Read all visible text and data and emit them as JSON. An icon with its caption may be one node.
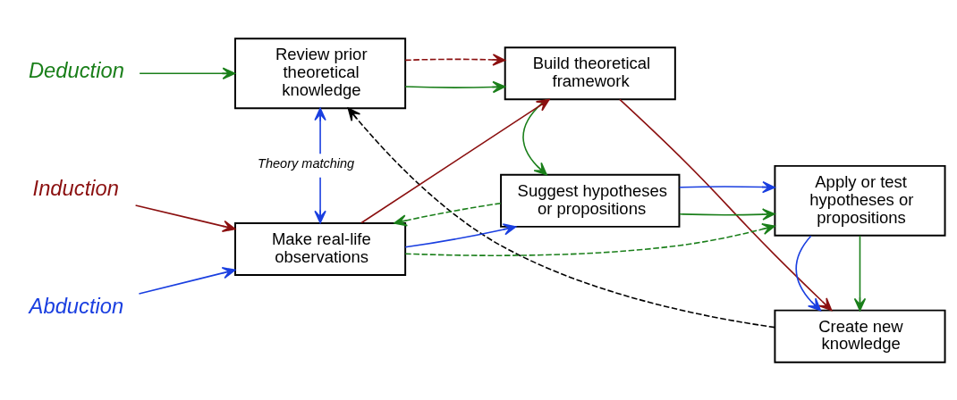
{
  "diagram": {
    "nodes": [
      {
        "text": [
          "Deduction"
        ]
      },
      {
        "text": [
          "Induction"
        ]
      },
      {
        "text": [
          "Abduction"
        ]
      },
      {
        "text": [
          "Review prior theoretical knowledge"
        ]
      },
      {
        "text": [
          "Build theoretical framework"
        ]
      },
      {
        "text": [
          "Create new knowledge"
        ]
      },
      {
        "text": [
          "Make real-life observations"
        ]
      },
      {
        "text": [
          "Suggest hypotheses or propositions"
        ]
      },
      {
        "text": [
          "Apply or test hypotheses or propositions"
        ]
      }
    ],
    "edges": [
      {
        "from": 0,
        "to": 3,
        "arrow": "to",
        "color": "#1a7f1a"
      },
      {
        "from": 3,
        "to": 4,
        "arrow": "to",
        "color": "#1a7f1a"
      },
      {
        "from": 3,
        "to": 4,
        "arrow": "to",
        "style": "dashed",
        "color": "#8b1010"
      },
      {
        "from": 4,
        "to": 5,
        "arrow": "to",
        "color": "#8b1010"
      },
      {
        "from": 5,
        "to": 3,
        "arrow": "to",
        "style": "dashed",
        "color": "#000000"
      },
      {
        "from": 3,
        "to": 6,
        "arrow": "both",
        "label": "Theory matching",
        "color": "#1a3fe0"
      },
      {
        "from": 6,
        "to": 4,
        "arrow": "to",
        "color": "#8b1010"
      },
      {
        "from": 4,
        "to": 7,
        "arrow": "to",
        "color": "#1a7f1a"
      },
      {
        "from": 7,
        "to": 6,
        "arrow": "to",
        "style": "dashed",
        "color": "#1a7f1a"
      },
      {
        "from": 1,
        "to": 6,
        "arrow": "to",
        "color": "#8b1010"
      },
      {
        "from": 2,
        "to": 6,
        "arrow": "to",
        "color": "#1a3fe0"
      },
      {
        "from": 6,
        "to": 7,
        "arrow": "to",
        "color": "#1a3fe0"
      },
      {
        "from": 7,
        "to": 8,
        "arrow": "to",
        "color": "#1a7f1a"
      },
      {
        "from": 7,
        "to": 8,
        "arrow": "to",
        "color": "#1a3fe0"
      },
      {
        "from": 8,
        "to": 5,
        "arrow": "to",
        "color": "#1a7f1a"
      },
      {
        "from": 8,
        "to": 5,
        "arrow": "to",
        "color": "#1a3fe0"
      },
      {
        "from": 6,
        "to": 8,
        "arrow": "to",
        "style": "dashed",
        "color": "#1a7f1a"
      }
    ]
  }
}
